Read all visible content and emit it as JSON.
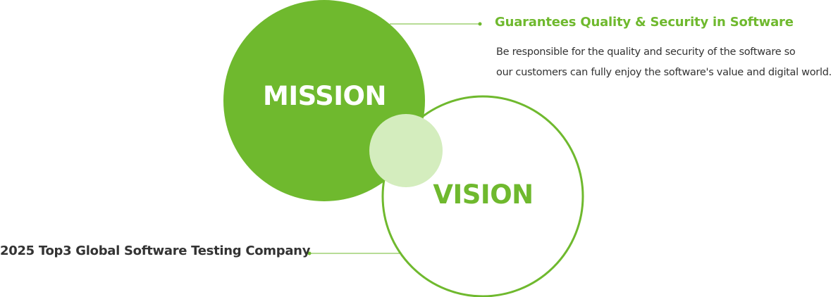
{
  "colors": {
    "accent": "#6fb92e",
    "overlap": "#d4edbe",
    "text_dark": "#333333",
    "mission_label_text": "#ffffff"
  },
  "mission": {
    "label": "MISSION",
    "heading": "Guarantees Quality & Security in Software",
    "description_lines": [
      "Be responsible for the quality and security of the software so",
      "our customers can fully enjoy the software's value and digital world."
    ]
  },
  "vision": {
    "label": "VISION",
    "text": "2025 Top3 Global Software Testing Company"
  }
}
